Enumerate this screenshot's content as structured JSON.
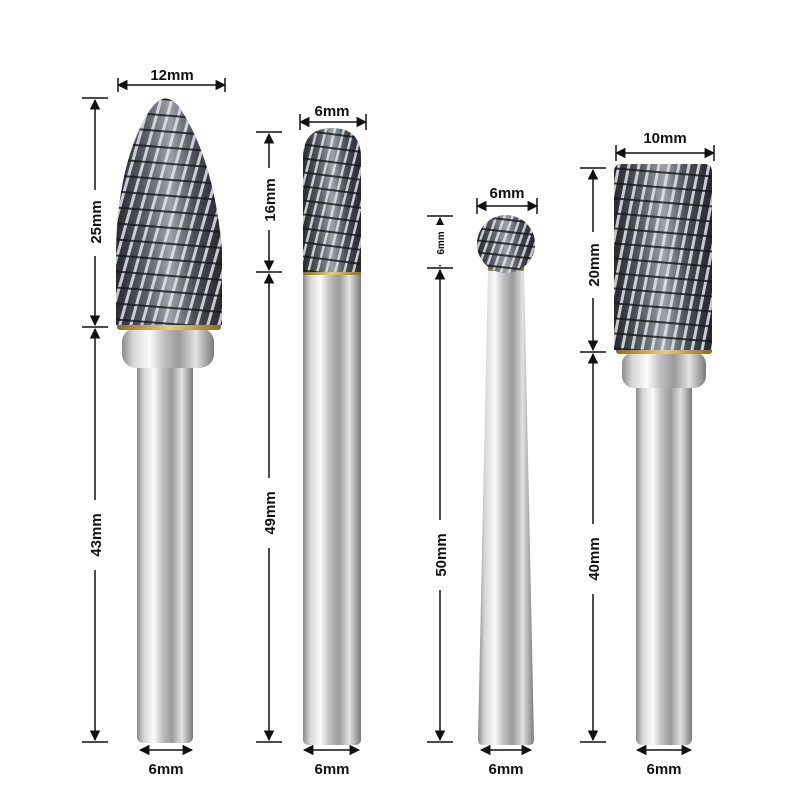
{
  "colors": {
    "background": "#ffffff",
    "steel_light": "#f4f4f4",
    "steel_mid": "#b8b8b8",
    "steel_dark": "#6e6e6e",
    "carbide_dark": "#2a2d33",
    "carbide_light": "#c9ccd2",
    "braze_gold": "#c8a74a",
    "dimension_line": "#111111"
  },
  "burrs": [
    {
      "shape": "tree-pointed",
      "head_diameter": "12mm",
      "head_length": "25mm",
      "shank_length": "43mm",
      "shank_diameter": "6mm"
    },
    {
      "shape": "cylinder-ball-nose",
      "head_diameter": "6mm",
      "head_length": "16mm",
      "shank_length": "49mm",
      "shank_diameter": "6mm"
    },
    {
      "shape": "ball",
      "head_diameter": "6mm",
      "head_length": "6mm",
      "shank_length": "50mm",
      "shank_diameter": "6mm"
    },
    {
      "shape": "cylinder-flat",
      "head_diameter": "10mm",
      "head_length": "20mm",
      "shank_length": "40mm",
      "shank_diameter": "6mm"
    }
  ]
}
